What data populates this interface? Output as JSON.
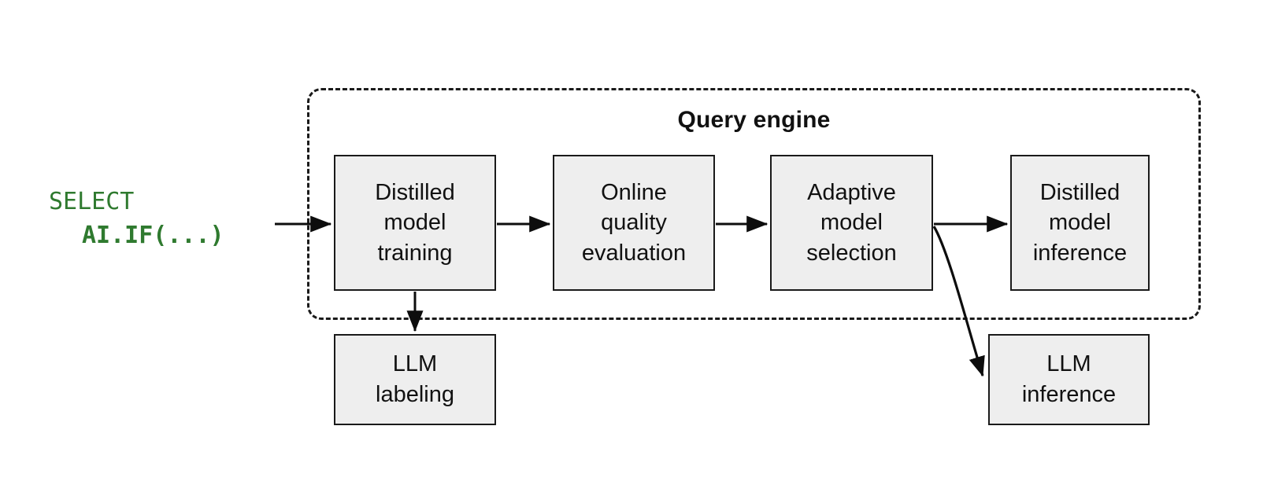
{
  "diagram": {
    "title": "Query engine",
    "query": {
      "line1": "SELECT",
      "line2": "AI.IF(...)",
      "color": "#2f7a2f"
    },
    "group": {
      "label": "Query engine",
      "border_style": "dashed",
      "border_color": "#1a1a1a"
    },
    "node_style": {
      "fill": "#eeeeee",
      "border": "#1a1a1a",
      "text": "#111111"
    },
    "nodes": [
      {
        "id": "distilled-model-training",
        "label": "Distilled\nmodel\ntraining",
        "inside_group": true
      },
      {
        "id": "online-quality-evaluation",
        "label": "Online\nquality\nevaluation",
        "inside_group": true
      },
      {
        "id": "adaptive-model-selection",
        "label": "Adaptive\nmodel\nselection",
        "inside_group": true
      },
      {
        "id": "distilled-model-inference",
        "label": "Distilled\nmodel\ninference",
        "inside_group": true
      },
      {
        "id": "llm-labeling",
        "label": "LLM\nlabeling",
        "inside_group": false
      },
      {
        "id": "llm-inference",
        "label": "LLM\ninference",
        "inside_group": false
      }
    ],
    "edges": [
      {
        "from": "query",
        "to": "distilled-model-training",
        "style": "straight"
      },
      {
        "from": "distilled-model-training",
        "to": "online-quality-evaluation",
        "style": "straight"
      },
      {
        "from": "online-quality-evaluation",
        "to": "adaptive-model-selection",
        "style": "straight"
      },
      {
        "from": "adaptive-model-selection",
        "to": "distilled-model-inference",
        "style": "straight"
      },
      {
        "from": "distilled-model-training",
        "to": "llm-labeling",
        "style": "straight-down"
      },
      {
        "from": "adaptive-model-selection",
        "to": "llm-inference",
        "style": "curved"
      }
    ]
  }
}
